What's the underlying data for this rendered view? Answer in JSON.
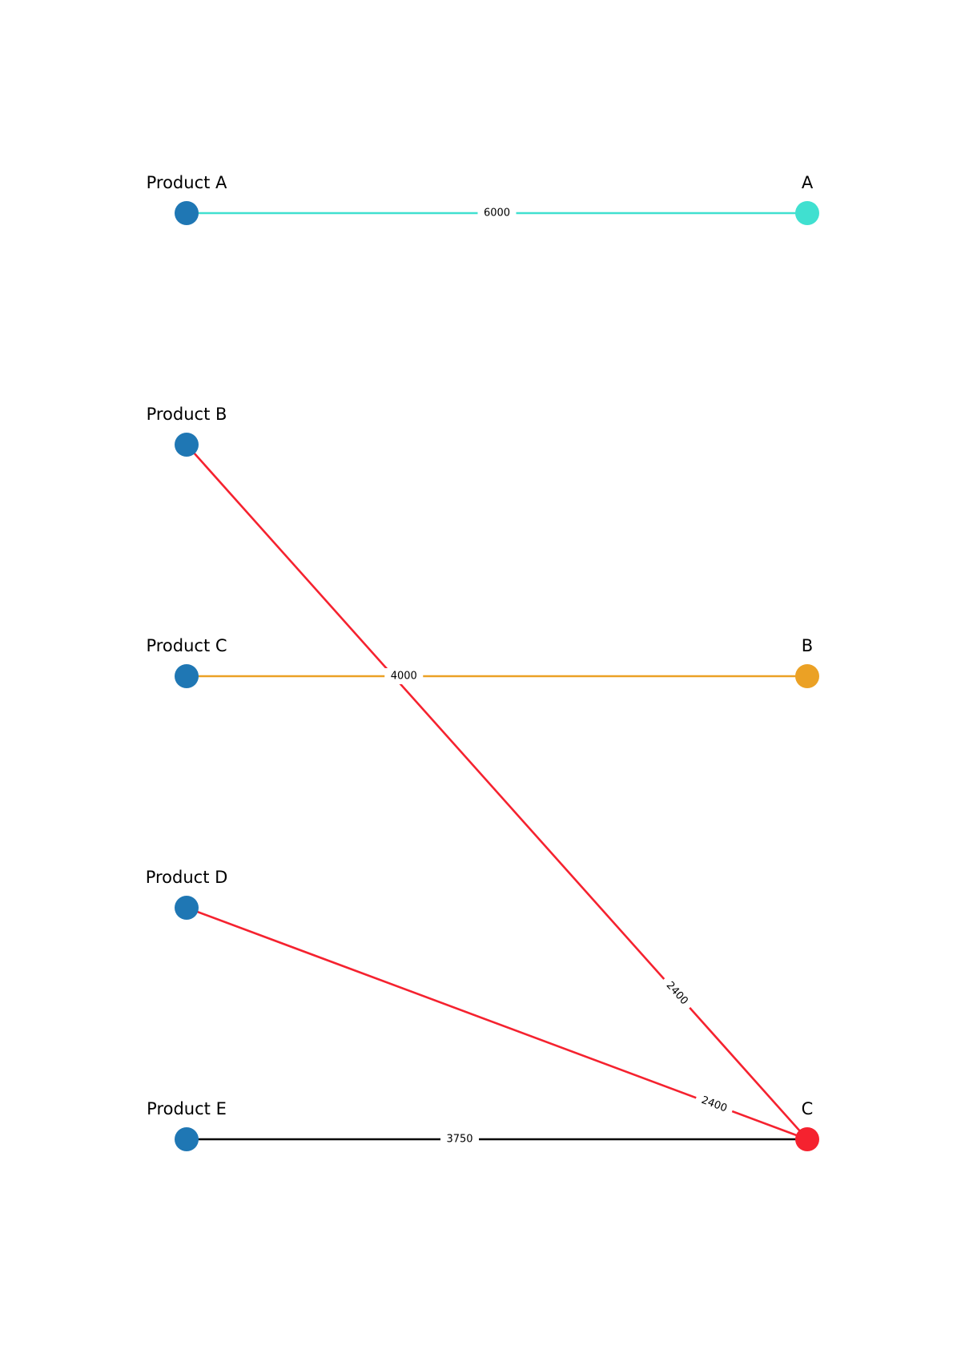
{
  "nodes": [
    {
      "id": "product-a",
      "label": "Product A",
      "color": "#1f77b4"
    },
    {
      "id": "product-b",
      "label": "Product B",
      "color": "#1f77b4"
    },
    {
      "id": "product-c",
      "label": "Product C",
      "color": "#1f77b4"
    },
    {
      "id": "product-d",
      "label": "Product D",
      "color": "#1f77b4"
    },
    {
      "id": "product-e",
      "label": "Product E",
      "color": "#1f77b4"
    },
    {
      "id": "target-a",
      "label": "A",
      "color": "#40e0d0"
    },
    {
      "id": "target-b",
      "label": "B",
      "color": "#eba125"
    },
    {
      "id": "target-c",
      "label": "C",
      "color": "#f5222f"
    }
  ],
  "edges": [
    {
      "id": "edge-product-a-a",
      "source": "product-a",
      "target": "target-a",
      "label": "6000",
      "color": "#40e0d0"
    },
    {
      "id": "edge-product-b-c",
      "source": "product-b",
      "target": "target-c",
      "label": "2400",
      "color": "#f5222f"
    },
    {
      "id": "edge-product-c-b",
      "source": "product-c",
      "target": "target-b",
      "label": "4000",
      "color": "#eba125"
    },
    {
      "id": "edge-product-d-c",
      "source": "product-d",
      "target": "target-c",
      "label": "2400",
      "color": "#f5222f"
    },
    {
      "id": "edge-product-e-c",
      "source": "product-e",
      "target": "target-c",
      "label": "3750",
      "color": "#000000"
    }
  ]
}
